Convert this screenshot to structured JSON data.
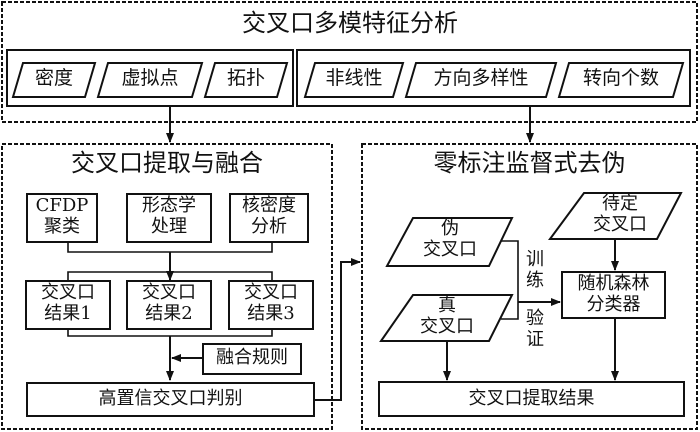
{
  "top": {
    "title": "交叉口多模特征分析",
    "left_group": [
      "密度",
      "虚拟点",
      "拓扑"
    ],
    "right_group": [
      "非线性",
      "方向多样性",
      "转向个数"
    ]
  },
  "left_panel": {
    "title": "交叉口提取与融合",
    "methods": [
      {
        "line1": "CFDP",
        "line2": "聚类"
      },
      {
        "line1": "形态学",
        "line2": "处理"
      },
      {
        "line1": "核密度",
        "line2": "分析"
      }
    ],
    "results": [
      {
        "line1": "交叉口",
        "line2": "结果1"
      },
      {
        "line1": "交叉口",
        "line2": "结果2"
      },
      {
        "line1": "交叉口",
        "line2": "结果3"
      }
    ],
    "fusion_rule": "融合规则",
    "high_conf": "高置信交叉口判别"
  },
  "right_panel": {
    "title": "零标注监督式去伪",
    "pending": {
      "line1": "待定",
      "line2": "交叉口"
    },
    "fake": {
      "line1": "伪",
      "line2": "交叉口"
    },
    "real": {
      "line1": "真",
      "line2": "交叉口"
    },
    "train_label": [
      "训",
      "练"
    ],
    "verify_label": [
      "验",
      "证"
    ],
    "classifier": {
      "line1": "随机森林",
      "line2": "分类器"
    },
    "result": "交叉口提取结果"
  }
}
